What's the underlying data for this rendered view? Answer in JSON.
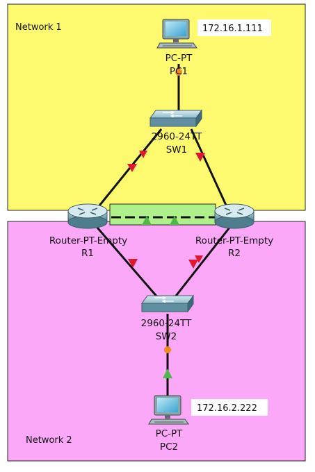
{
  "colors": {
    "network1_bg": "#fdfa70",
    "network2_bg": "#fba8f8",
    "link": "#111111",
    "arrow_red": "#e0182e",
    "arrow_green": "#4fb848",
    "status_orange": "#f08a1c",
    "highlight_green": "#b0f08a"
  },
  "networks": {
    "n1": {
      "label": "Network 1"
    },
    "n2": {
      "label": "Network 2"
    }
  },
  "devices": {
    "pc1": {
      "type": "PC-PT",
      "name": "PC1",
      "ip": "172.16.1.111",
      "icon": "pc-icon"
    },
    "sw1": {
      "type": "2960-24TT",
      "name": "SW1",
      "icon": "switch-icon"
    },
    "r1": {
      "type": "Router-PT-Empty",
      "name": "R1",
      "icon": "router-icon"
    },
    "r2": {
      "type": "Router-PT-Empty",
      "name": "R2",
      "icon": "router-icon"
    },
    "sw2": {
      "type": "2960-24TT",
      "name": "SW2",
      "icon": "switch-icon"
    },
    "pc2": {
      "type": "PC-PT",
      "name": "PC2",
      "ip": "172.16.2.222",
      "icon": "pc-icon"
    }
  }
}
